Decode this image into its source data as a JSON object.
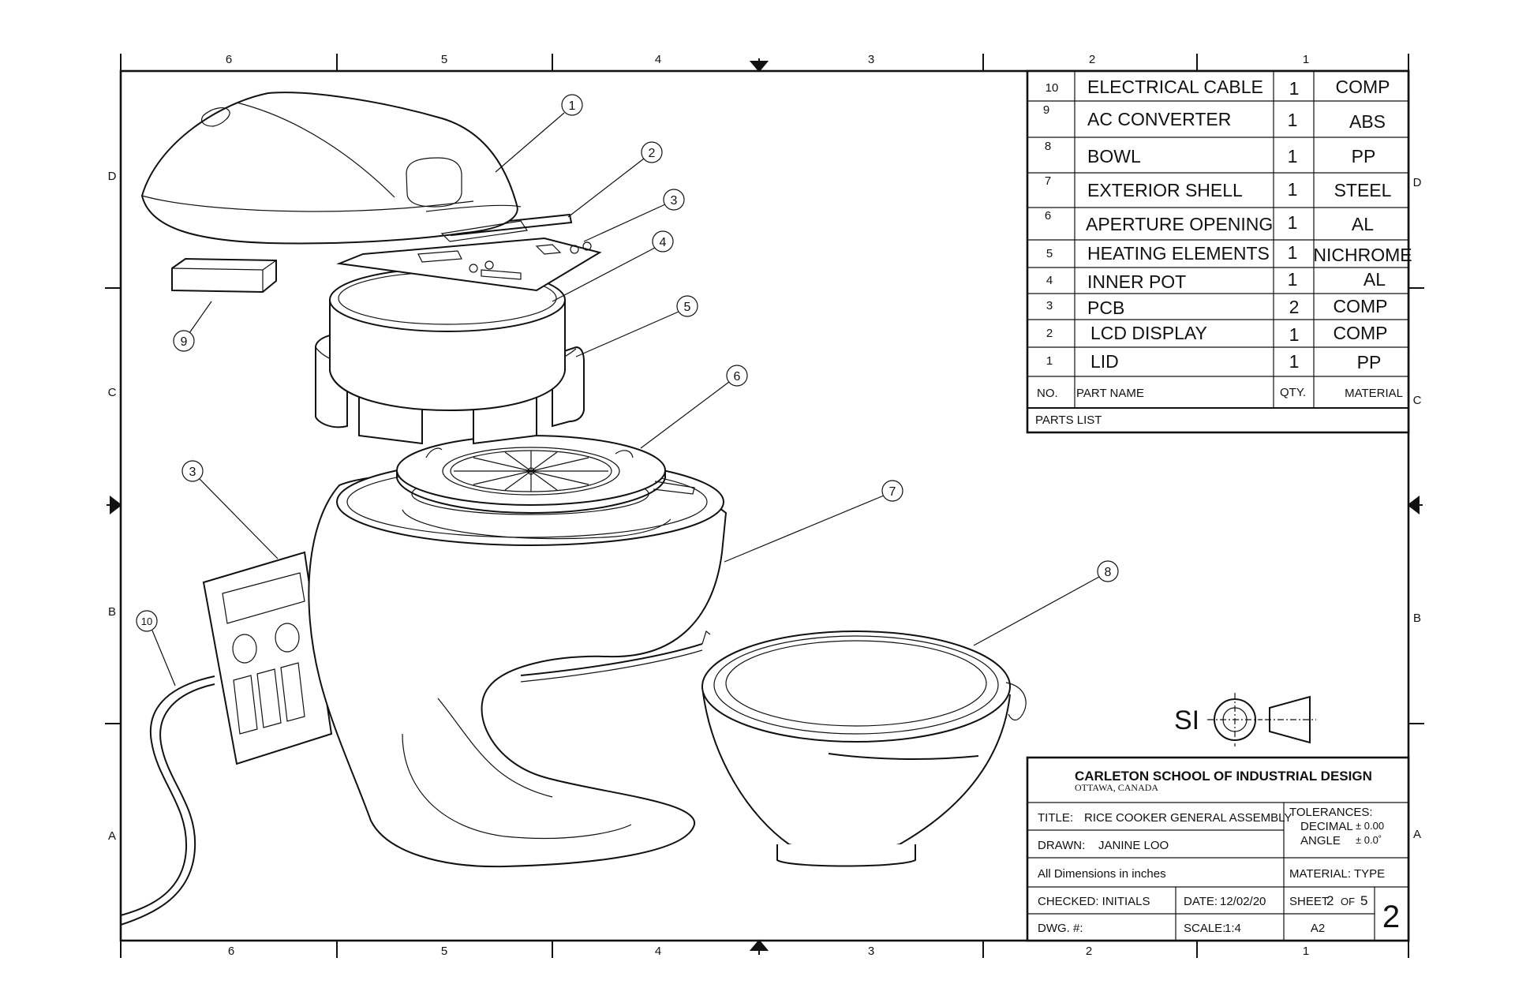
{
  "grid": {
    "columns": [
      "6",
      "5",
      "4",
      "3",
      "2",
      "1"
    ],
    "rows": [
      "D",
      "C",
      "B",
      "A"
    ]
  },
  "parts_list": {
    "title": "PARTS LIST",
    "headers": {
      "no": "NO.",
      "name": "PART NAME",
      "qty": "QTY.",
      "material": "MATERIAL"
    },
    "rows": [
      {
        "no": "10",
        "name": "ELECTRICAL CABLE",
        "qty": "1",
        "material": "COMP"
      },
      {
        "no": "9",
        "name": "AC CONVERTER",
        "qty": "1",
        "material": "ABS"
      },
      {
        "no": "8",
        "name": "BOWL",
        "qty": "1",
        "material": "PP"
      },
      {
        "no": "7",
        "name": "EXTERIOR SHELL",
        "qty": "1",
        "material": "STEEL"
      },
      {
        "no": "6",
        "name": "APERTURE OPENING",
        "qty": "1",
        "material": "AL"
      },
      {
        "no": "5",
        "name": "HEATING ELEMENTS",
        "qty": "1",
        "material": "NICHROME"
      },
      {
        "no": "4",
        "name": "INNER POT",
        "qty": "1",
        "material": "AL"
      },
      {
        "no": "3",
        "name": "PCB",
        "qty": "2",
        "material": "COMP"
      },
      {
        "no": "2",
        "name": "LCD DISPLAY",
        "qty": "1",
        "material": "COMP"
      },
      {
        "no": "1",
        "name": "LID",
        "qty": "1",
        "material": "PP"
      }
    ]
  },
  "balloons": [
    "1",
    "2",
    "3",
    "4",
    "5",
    "6",
    "3",
    "7",
    "8",
    "9",
    "10"
  ],
  "units_symbol": "SI",
  "title_block": {
    "school": "CARLETON SCHOOL OF INDUSTRIAL DESIGN",
    "location": "OTTAWA, CANADA",
    "title_label": "TITLE:",
    "title_value": "RICE COOKER GENERAL ASSEMBLY",
    "drawn_label": "DRAWN:",
    "drawn_value": "JANINE LOO",
    "dimensions_note": "All Dimensions in inches",
    "checked": "CHECKED: INITIALS",
    "date_label": "DATE:",
    "date_value": "12/02/20",
    "dwg": "DWG. #:",
    "scale_label": "SCALE:",
    "scale_value": "1:4",
    "tolerances_label": "TOLERANCES:",
    "decimal_label": "DECIMAL",
    "decimal_value": "± 0.00",
    "angle_label": "ANGLE",
    "angle_value": "± 0.0˚",
    "material": "MATERIAL: TYPE",
    "sheet_label": "SHEET",
    "sheet_no": "2",
    "sheet_of": "OF",
    "sheet_total": "5",
    "size": "A2",
    "revision": "2"
  }
}
